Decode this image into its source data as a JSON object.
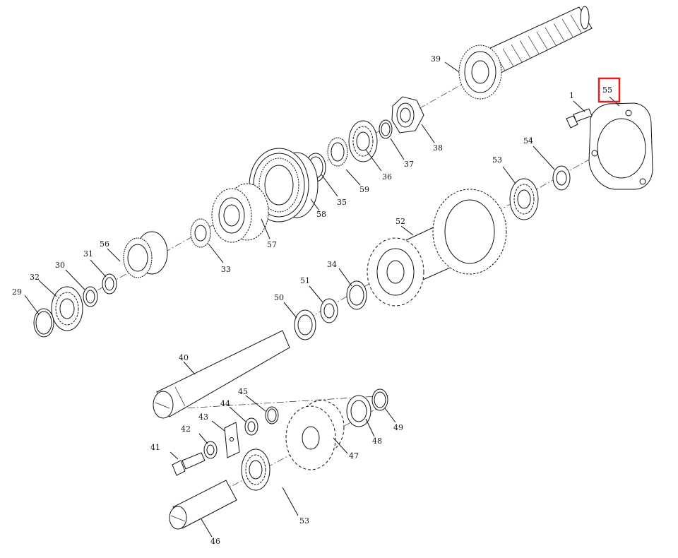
{
  "labels": {
    "p1": "1",
    "p29": "29",
    "p30": "30",
    "p31": "31",
    "p32": "32",
    "p33": "33",
    "p34": "34",
    "p35": "35",
    "p36": "36",
    "p37": "37",
    "p38": "38",
    "p39": "39",
    "p40": "40",
    "p41": "41",
    "p42": "42",
    "p43": "43",
    "p44": "44",
    "p45": "45",
    "p46": "46",
    "p47": "47",
    "p48": "48",
    "p49": "49",
    "p50": "50",
    "p51": "51",
    "p52": "52",
    "p53a": "53",
    "p53b": "53",
    "p54": "54",
    "p55": "55",
    "p56": "56",
    "p57": "57",
    "p58": "58",
    "p59": "59"
  },
  "highlight": {
    "target": "55",
    "color": "#e02020"
  }
}
